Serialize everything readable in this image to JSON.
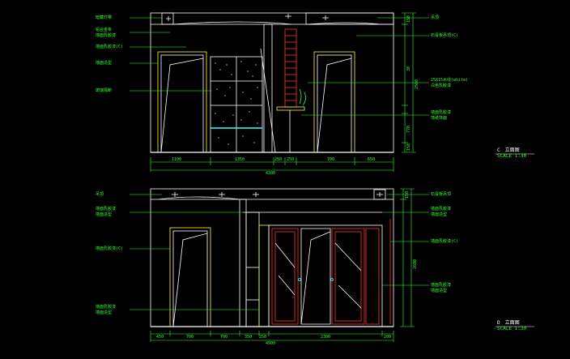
{
  "elevation_c": {
    "code": "C",
    "name": "立面图",
    "scale": "SCALE 1:30",
    "callouts_left": [
      "暗藏灯带",
      "铝合金条",
      "墙面乳胶漆",
      "墙面乳胶漆(C)",
      "墙面造型",
      "玻璃隔断"
    ],
    "callouts_right": [
      "吊顶",
      "石膏板吊顶(C)",
      "25X15木线(white)",
      "白色乳胶漆",
      "墙面乳胶漆",
      "墙纸饰面"
    ],
    "dims_bottom": [
      "1100",
      "1350",
      "250",
      "250",
      "700",
      "650"
    ],
    "dim_total": "4300",
    "dims_right": [
      "150",
      "2500",
      "30",
      "770",
      "150"
    ]
  },
  "elevation_d": {
    "code": "D",
    "name": "立面图",
    "scale": "SCALE 1:30",
    "callouts_left": [
      "吊顶",
      "墙面乳胶漆",
      "墙面造型",
      "墙面乳胶漆(C)",
      "墙面乳胶漆",
      "墙面造型"
    ],
    "callouts_right": [
      "石膏板吊顶",
      "墙面乳胶漆",
      "墙面造型",
      "墙面乳胶漆(C)",
      "墙面乳胶漆",
      "墙面造型"
    ],
    "dims_bottom": [
      "450",
      "700",
      "700",
      "350",
      "250",
      "2300",
      "200"
    ],
    "dim_total": "4900",
    "dims_right": [
      "150",
      "2600"
    ]
  },
  "colors": {
    "background": "#000000",
    "wall": "#ffffff",
    "dimension": "#33ff33",
    "frame": "#ffff33",
    "accent_red": "#ff3333",
    "glass": "#33ffff"
  }
}
